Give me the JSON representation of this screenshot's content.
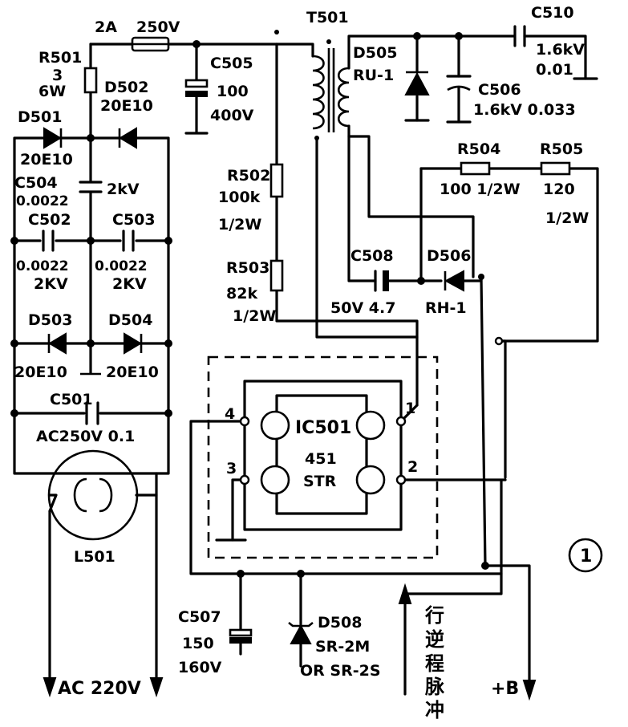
{
  "figure_number": "1",
  "components": {
    "fuse": {
      "current": "2A",
      "voltage": "250V"
    },
    "r501": {
      "ref": "R501",
      "value": "3",
      "power": "6W"
    },
    "d502": {
      "ref": "D502",
      "part": "20E10"
    },
    "d501": {
      "ref": "D501",
      "part": "20E10"
    },
    "c504": {
      "ref": "C504",
      "value": "0.0022",
      "voltage": "2kV"
    },
    "c502": {
      "ref": "C502",
      "value": "0.0022",
      "voltage": "2KV"
    },
    "c503": {
      "ref": "C503",
      "value": "0.0022",
      "voltage": "2KV"
    },
    "d503": {
      "ref": "D503",
      "part": "20E10"
    },
    "d504": {
      "ref": "D504",
      "part": "20E10"
    },
    "c501": {
      "ref": "C501",
      "value": "AC250V 0.1"
    },
    "l501": {
      "ref": "L501"
    },
    "input": {
      "label": "AC 220V"
    },
    "c505": {
      "ref": "C505",
      "value": "100",
      "voltage": "400V"
    },
    "t501": {
      "ref": "T501"
    },
    "d505": {
      "ref": "D505",
      "part": "RU-1"
    },
    "c506": {
      "ref": "C506",
      "value": "1.6kV 0.033"
    },
    "c510": {
      "ref": "C510",
      "voltage": "1.6kV",
      "value": "0.01"
    },
    "r504": {
      "ref": "R504",
      "value": "100 1/2W"
    },
    "r505": {
      "ref": "R505",
      "value": "120",
      "power": "1/2W"
    },
    "r502": {
      "ref": "R502",
      "value": "100k",
      "power": "1/2W"
    },
    "r503": {
      "ref": "R503",
      "value": "82k",
      "power": "1/2W"
    },
    "c508": {
      "ref": "C508",
      "value": "50V 4.7"
    },
    "d506": {
      "ref": "D506",
      "part": "RH-1"
    },
    "ic501": {
      "ref": "IC501",
      "part": "451",
      "part2": "STR",
      "pins": [
        "1",
        "2",
        "3",
        "4"
      ]
    },
    "c507": {
      "ref": "C507",
      "value": "150",
      "voltage": "160V"
    },
    "d508": {
      "ref": "D508",
      "part": "SR-2M",
      "alt": "OR SR-2S"
    },
    "outputs": {
      "pulse": [
        "行",
        "逆",
        "程",
        "脉",
        "冲"
      ],
      "b_plus": "+B"
    }
  }
}
